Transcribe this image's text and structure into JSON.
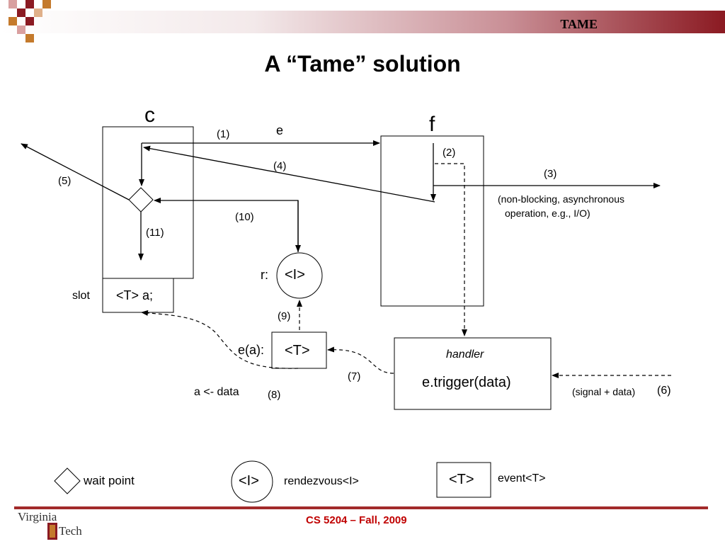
{
  "header": {
    "title": "TAME"
  },
  "slide": {
    "title": "A “Tame” solution"
  },
  "diagram": {
    "coroutine_c": "c",
    "coroutine_f": "f",
    "event_var": "e",
    "steps": {
      "s1": "(1)",
      "s2": "(2)",
      "s3": "(3)",
      "s4": "(4)",
      "s5": "(5)",
      "s6": "(6)",
      "s7": "(7)",
      "s8": "(8)",
      "s9": "(9)",
      "s10": "(10)",
      "s11": "(11)"
    },
    "nonblocking_line1": "(non-blocking, asynchronous",
    "nonblocking_line2": "operation, e.g., I/O)",
    "slot_label": "slot",
    "slot_value": "<T> a;",
    "rendezvous_prefix": "r:",
    "rendezvous_value": "<I>",
    "event_prefix": "e(a):",
    "event_value": "<T>",
    "assign": "a <- data",
    "handler_title": "handler",
    "handler_call": "e.trigger(data)",
    "signal": "(signal + data)"
  },
  "legend": {
    "wait_point": "wait point",
    "rendezvous_symbol": "<I>",
    "rendezvous_label": "rendezvous<I>",
    "event_symbol": "<T>",
    "event_label": "event<T>"
  },
  "footer": {
    "course": "CS 5204 – Fall, 2009",
    "logo_line1": "Virginia",
    "logo_line2": "Tech"
  },
  "colors": {
    "accent": "#8b1a22",
    "footer_text": "#c00000"
  }
}
